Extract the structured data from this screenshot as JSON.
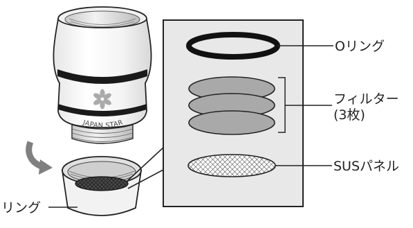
{
  "labels": {
    "oring": "Oリング",
    "filter_line1": "フィルター",
    "filter_line2": "(3枚)",
    "sus_panel": "SUSパネル",
    "ring": "リング"
  },
  "brand_text": "JAPAN STAR",
  "filter_count": 3,
  "colors": {
    "filter_disc": "#a9a9a9",
    "panel_frame": "#e8e8e8",
    "outline": "#222222",
    "black_band": "#1a1a1a",
    "rotate_arrow": "#808080",
    "flower_mark": "#aaaaaa"
  },
  "icons": {
    "flower": "six-petal-flower-icon",
    "rotate": "curved-arrow-icon"
  }
}
